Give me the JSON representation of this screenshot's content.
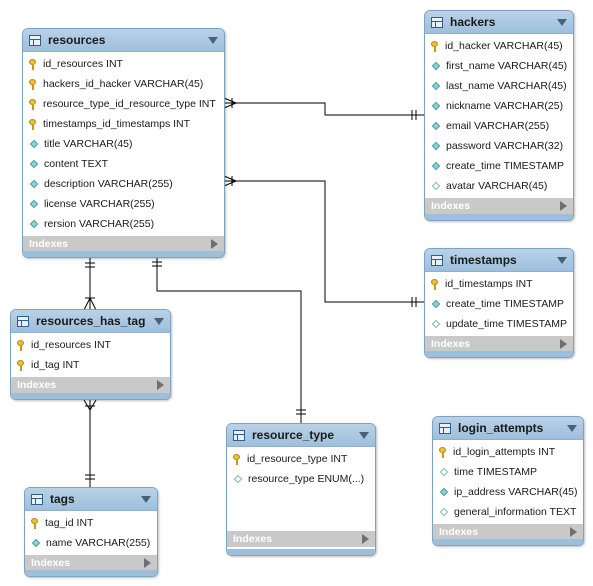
{
  "indexes_label": "Indexes",
  "tables": {
    "resources": {
      "name": "resources",
      "columns": [
        {
          "text": "id_resources INT",
          "icon": "key"
        },
        {
          "text": "hackers_id_hacker VARCHAR(45)",
          "icon": "key"
        },
        {
          "text": "resource_type_id_resource_type INT",
          "icon": "key"
        },
        {
          "text": "timestamps_id_timestamps INT",
          "icon": "key"
        },
        {
          "text": "title VARCHAR(45)",
          "icon": "diamond"
        },
        {
          "text": "content TEXT",
          "icon": "diamond"
        },
        {
          "text": "description VARCHAR(255)",
          "icon": "diamond"
        },
        {
          "text": "license VARCHAR(255)",
          "icon": "diamond"
        },
        {
          "text": "rersion VARCHAR(255)",
          "icon": "diamond"
        }
      ]
    },
    "hackers": {
      "name": "hackers",
      "columns": [
        {
          "text": "id_hacker VARCHAR(45)",
          "icon": "key"
        },
        {
          "text": "first_name VARCHAR(45)",
          "icon": "diamond"
        },
        {
          "text": "last_name VARCHAR(45)",
          "icon": "diamond"
        },
        {
          "text": "nickname VARCHAR(25)",
          "icon": "diamond"
        },
        {
          "text": "email VARCHAR(255)",
          "icon": "diamond"
        },
        {
          "text": "password VARCHAR(32)",
          "icon": "diamond"
        },
        {
          "text": "create_time TIMESTAMP",
          "icon": "diamond"
        },
        {
          "text": "avatar VARCHAR(45)",
          "icon": "diamond-hollow"
        }
      ]
    },
    "timestamps": {
      "name": "timestamps",
      "columns": [
        {
          "text": "id_timestamps INT",
          "icon": "key"
        },
        {
          "text": "create_time TIMESTAMP",
          "icon": "diamond"
        },
        {
          "text": "update_time TIMESTAMP",
          "icon": "diamond-hollow"
        }
      ]
    },
    "resources_has_tag": {
      "name": "resources_has_tag",
      "columns": [
        {
          "text": "id_resources INT",
          "icon": "key"
        },
        {
          "text": "id_tag INT",
          "icon": "key"
        }
      ]
    },
    "resource_type": {
      "name": "resource_type",
      "columns": [
        {
          "text": "id_resource_type INT",
          "icon": "key"
        },
        {
          "text": "resource_type ENUM(...)",
          "icon": "diamond-hollow"
        }
      ]
    },
    "tags": {
      "name": "tags",
      "columns": [
        {
          "text": "tag_id INT",
          "icon": "key"
        },
        {
          "text": "name VARCHAR(255)",
          "icon": "diamond"
        }
      ]
    },
    "login_attempts": {
      "name": "login_attempts",
      "columns": [
        {
          "text": "id_login_attempts INT",
          "icon": "key"
        },
        {
          "text": "time TIMESTAMP",
          "icon": "diamond-hollow"
        },
        {
          "text": "ip_address VARCHAR(45)",
          "icon": "diamond"
        },
        {
          "text": "general_information TEXT",
          "icon": "diamond-hollow"
        }
      ]
    }
  },
  "relationships": [
    {
      "from": "resources",
      "to": "hackers",
      "from_end": "many",
      "to_end": "one"
    },
    {
      "from": "resources",
      "to": "timestamps",
      "from_end": "many",
      "to_end": "one"
    },
    {
      "from": "resources",
      "to": "resources_has_tag",
      "from_end": "one",
      "to_end": "many"
    },
    {
      "from": "resources",
      "to": "resource_type",
      "from_end": "one",
      "to_end": "one"
    },
    {
      "from": "tags",
      "to": "resources_has_tag",
      "from_end": "one",
      "to_end": "many"
    }
  ],
  "colors": {
    "header": "#a9c7e2",
    "border": "#7fa2c2",
    "indexes_bar": "#c9c9c9",
    "key": "#f2c02e",
    "attribute": "#8fd0d0",
    "line": "#000000"
  }
}
